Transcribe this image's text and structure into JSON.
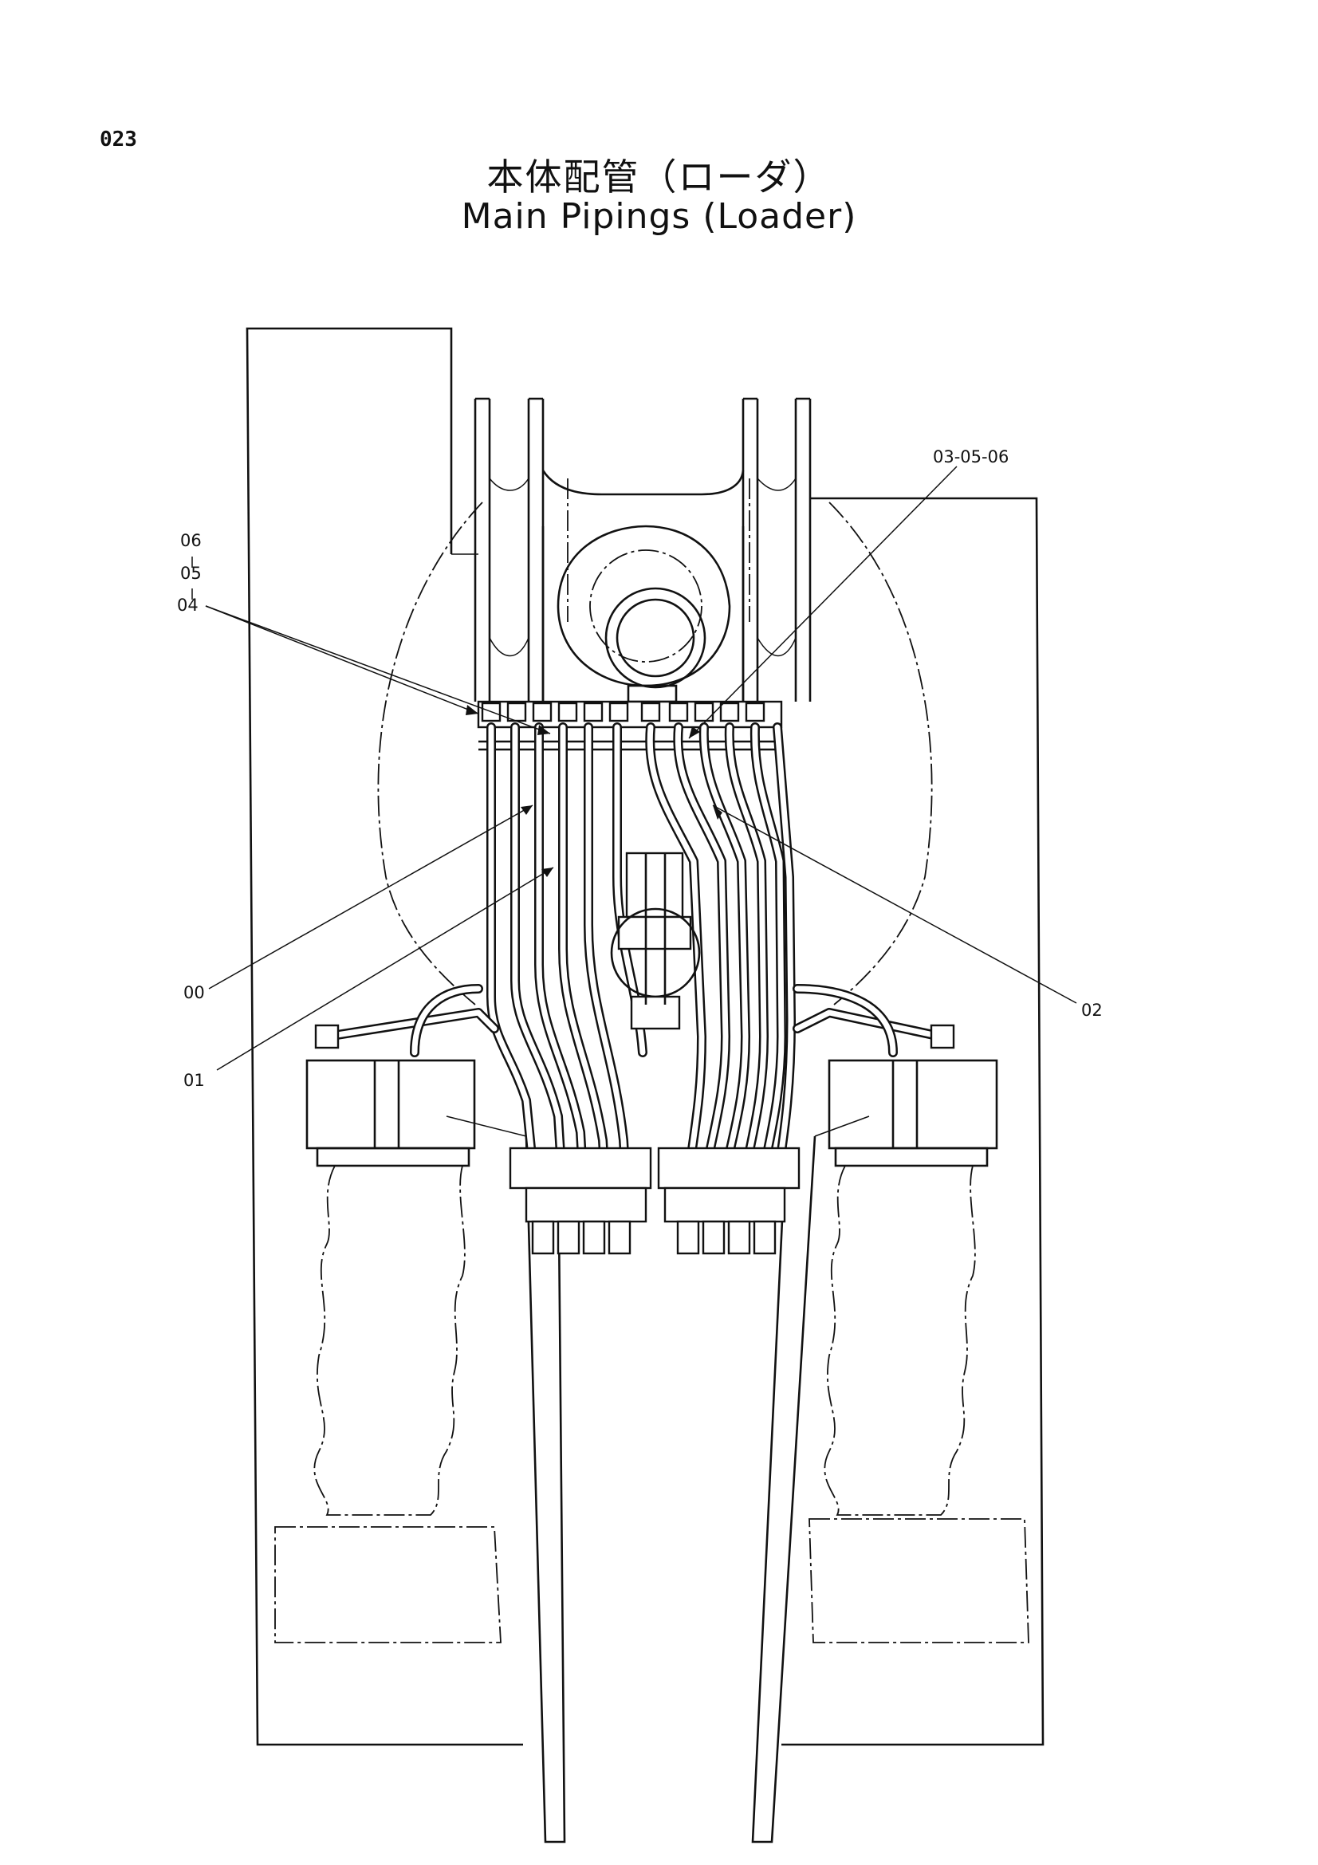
{
  "page_number": "023",
  "title_jp": "本体配管（ローダ）",
  "title_en": "Main Pipings (Loader)",
  "callouts": {
    "c030506": "03-05-06",
    "c06": "06",
    "c05": "05",
    "c04": "04",
    "c00": "00",
    "c01": "01",
    "c02": "02"
  }
}
